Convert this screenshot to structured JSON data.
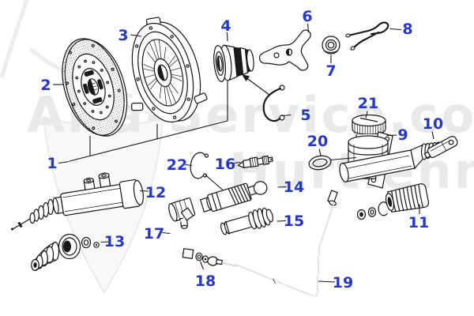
{
  "watermark": {
    "line1": "Alfa-Service.com",
    "line2": "Hurtienne"
  },
  "colors": {
    "label": "#2337c8",
    "line": "#151515",
    "watermark": "#e9e9e9",
    "background": "#ffffff"
  },
  "part_labels": {
    "p1": "1",
    "p2": "2",
    "p3": "3",
    "p4": "4",
    "p5": "5",
    "p6": "6",
    "p7": "7",
    "p8": "8",
    "p9": "9",
    "p10": "10",
    "p11": "11",
    "p12": "12",
    "p13": "13",
    "p14": "14",
    "p15": "15",
    "p16": "16",
    "p17": "17",
    "p18": "18",
    "p19": "19",
    "p20": "20",
    "p21": "21",
    "p22": "22"
  }
}
